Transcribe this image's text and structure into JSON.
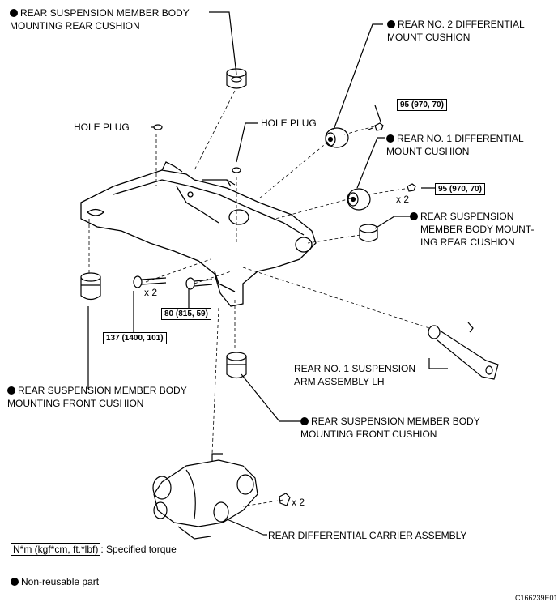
{
  "labels": {
    "rsm_rear_cushion": "REAR SUSPENSION MEMBER BODY\nMOUNTING REAR CUSHION",
    "no2_diff_mount": "REAR NO. 2 DIFFERENTIAL\nMOUNT CUSHION",
    "hole_plug_left": "HOLE PLUG",
    "hole_plug_right": "HOLE PLUG",
    "no1_diff_mount": "REAR NO. 1 DIFFERENTIAL\nMOUNT CUSHION",
    "rsm_rear_cushion_right": "REAR SUSPENSION\nMEMBER BODY MOUNT-\nING REAR CUSHION",
    "arm_assembly": "REAR NO. 1 SUSPENSION\nARM ASSEMBLY LH",
    "front_cushion_left": "REAR SUSPENSION MEMBER BODY\nMOUNTING FRONT CUSHION",
    "front_cushion_right": "REAR SUSPENSION MEMBER BODY\nMOUNTING FRONT CUSHION",
    "diff_carrier": "REAR DIFFERENTIAL CARRIER ASSEMBLY"
  },
  "torques": {
    "t1": "95 (970, 70)",
    "t2": "95 (970, 70)",
    "t3": "137 (1400, 101)",
    "t4": "80 (815, 59)"
  },
  "multipliers": {
    "m1": "x 2",
    "m2": "x 2",
    "m3": "x 2"
  },
  "legend": {
    "torque_box": "N*m (kgf*cm, ft.*lbf)",
    "torque_text": ": Specified torque",
    "nonreusable": "Non-reusable part"
  },
  "figure_code": "C166239E01",
  "colors": {
    "line": "#000000",
    "background": "#ffffff"
  }
}
